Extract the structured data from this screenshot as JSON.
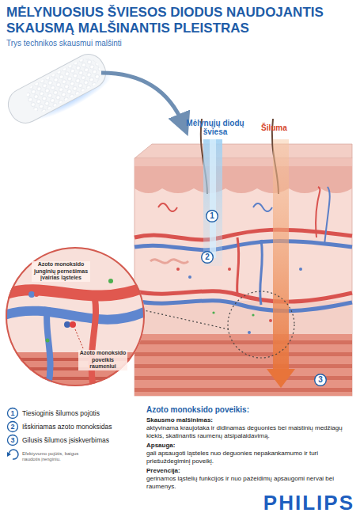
{
  "diagram": {
    "title": "MĖLYNUOSIUS ŠVIESOS DIODUS NAUDOJANTIS SKAUSMĄ MALŠINANTIS PLEISTRAS",
    "nodes": [
      {
        "text": [
          "Azoto monoksido junginių pernešimas įvairias ląsteles",
          "Azoto monoksido poveikis raumeniui"
        ]
      },
      {
        "text": [
          "1"
        ]
      },
      {
        "text": [
          "2"
        ]
      },
      {
        "text": [
          "3"
        ]
      }
    ],
    "labels": [
      "Trys technikos skausmui malšinti",
      "Mėlynųjų diodų šviesa",
      "Šiluma",
      "1",
      "2",
      "3",
      "Azoto monoksido poveikis:",
      "Skausmo malšinimas:",
      "aktyvinama kraujotaka ir didinamas deguonies bei maistinių medžiagų kiekis, skatinantis raumenų atsipalaidavimą.",
      "Apsauga:",
      "gali apsaugoti ląsteles nuo deguonies nepakankamumo ir turi priešuždegiminį poveikį.",
      "Prevencija:",
      "gerinamos ląstelių funkcijos ir nuo pažeidimų apsaugomi nervai bei raumenys.",
      "PHILIPS"
    ],
    "legend": [
      {
        "text": "Tiesioginis šilumos pojūtis"
      },
      {
        "text": "Išskiriamas azoto monoksidas"
      },
      {
        "text": "Gilusis šilumos įsiskverbimas"
      },
      {
        "text": "Efektyvumo pojūtis, baigus naudotis įrenginiu."
      }
    ]
  }
}
